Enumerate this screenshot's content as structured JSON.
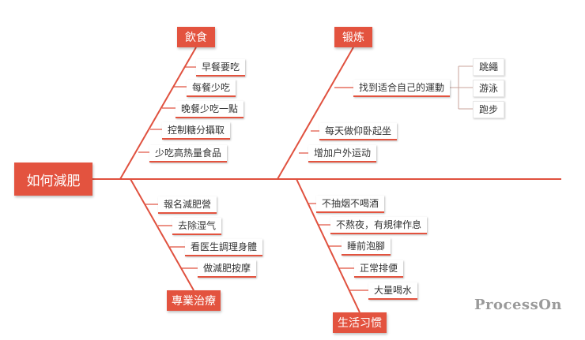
{
  "colors": {
    "accent": "#e3533f",
    "line": "#e0513f"
  },
  "head": {
    "label": "如何減肥"
  },
  "branches": {
    "diet": {
      "label": "飲食",
      "items": [
        "早餐要吃",
        "每餐少吃",
        "晚餐少吃一點",
        "控制糖分攝取",
        "少吃高热量食品"
      ]
    },
    "exercise": {
      "label": "锻炼",
      "find": "找到适合自己的運動",
      "sports": [
        "跳繩",
        "游泳",
        "跑步"
      ],
      "items": [
        "每天做仰卧起坐",
        "增加户外运动"
      ]
    },
    "treatment": {
      "label": "專業治療",
      "items": [
        "報名減肥營",
        "去除湿气",
        "看医生調理身體",
        "做減肥按摩"
      ]
    },
    "habit": {
      "label": "生活习惯",
      "items": [
        "不抽烟不喝酒",
        "不熬夜，有規律作息",
        "睡前泡腳",
        "正常排便",
        "大量喝水"
      ]
    }
  },
  "watermark": "ProcessOn"
}
